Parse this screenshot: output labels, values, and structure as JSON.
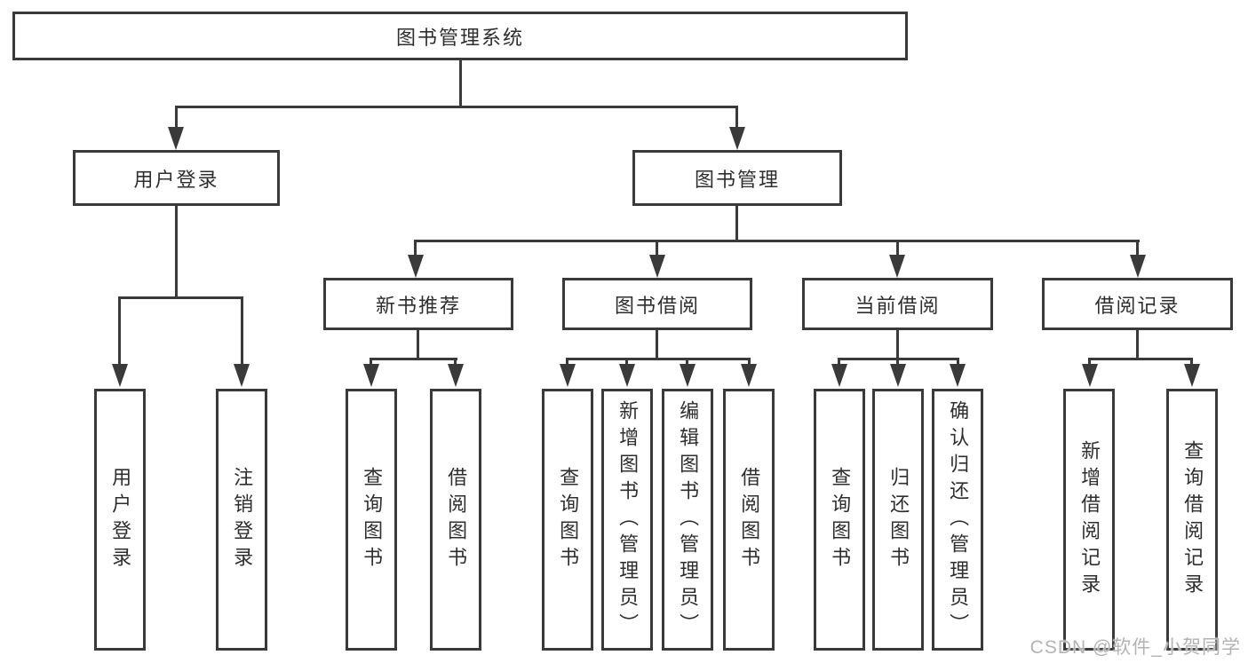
{
  "diagram": {
    "tree": {
      "label": "图书管理系统",
      "children": [
        {
          "label": "用户登录",
          "children": [
            {
              "label": "用户登录"
            },
            {
              "label": "注销登录"
            }
          ]
        },
        {
          "label": "图书管理",
          "children": [
            {
              "label": "新书推荐",
              "children": [
                {
                  "label": "查询图书"
                },
                {
                  "label": "借阅图书"
                }
              ]
            },
            {
              "label": "图书借阅",
              "children": [
                {
                  "label": "查询图书"
                },
                {
                  "label": "新增图书（管理员）"
                },
                {
                  "label": "编辑图书（管理员）"
                },
                {
                  "label": "借阅图书"
                }
              ]
            },
            {
              "label": "当前借阅",
              "children": [
                {
                  "label": "查询图书"
                },
                {
                  "label": "归还图书"
                },
                {
                  "label": "确认归还（管理员）"
                }
              ]
            },
            {
              "label": "借阅记录",
              "children": [
                {
                  "label": "新增借阅记录"
                },
                {
                  "label": "查询借阅记录"
                }
              ]
            }
          ]
        }
      ]
    }
  },
  "watermark": {
    "text": "CSDN @软件_小贺同学"
  },
  "colors": {
    "line": "#3a3a3a",
    "text": "#2e2e2e",
    "box-bg": "#ffffff",
    "page-bg": "#ffffff",
    "watermark": "#b3b3b3"
  }
}
